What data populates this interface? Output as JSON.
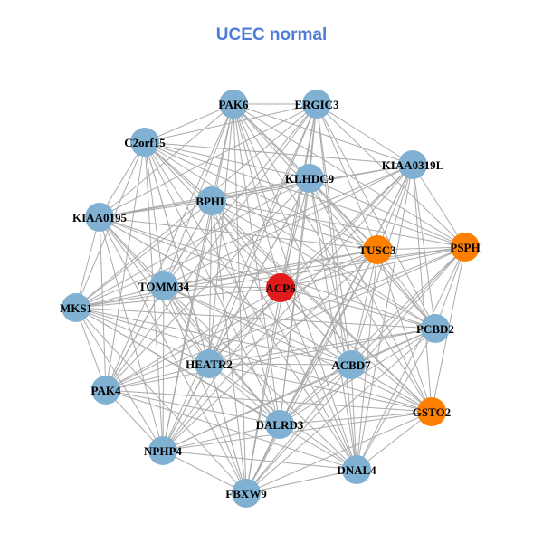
{
  "title": "UCEC normal",
  "colors": {
    "title": "#4d7bd9",
    "default_node": "#80b1d3",
    "hub": "#e31a1c",
    "highlight": "#ff7f00",
    "edge": "#aaaaaa"
  },
  "nodes": [
    {
      "id": "PAK6",
      "group": "default_node"
    },
    {
      "id": "ERGIC3",
      "group": "default_node"
    },
    {
      "id": "C2orf15",
      "group": "default_node"
    },
    {
      "id": "KIAA0319L",
      "group": "default_node"
    },
    {
      "id": "KLHDC9",
      "group": "default_node"
    },
    {
      "id": "BPHL",
      "group": "default_node"
    },
    {
      "id": "KIAA0195",
      "group": "default_node"
    },
    {
      "id": "TUSC3",
      "group": "highlight"
    },
    {
      "id": "PSPH",
      "group": "highlight"
    },
    {
      "id": "TOMM34",
      "group": "default_node"
    },
    {
      "id": "ACP6",
      "group": "hub"
    },
    {
      "id": "MKS1",
      "group": "default_node"
    },
    {
      "id": "PCBD2",
      "group": "default_node"
    },
    {
      "id": "HEATR2",
      "group": "default_node"
    },
    {
      "id": "ACBD7",
      "group": "default_node"
    },
    {
      "id": "PAK4",
      "group": "default_node"
    },
    {
      "id": "GSTO2",
      "group": "highlight"
    },
    {
      "id": "DALRD3",
      "group": "default_node"
    },
    {
      "id": "NPHP4",
      "group": "default_node"
    },
    {
      "id": "DNAL4",
      "group": "default_node"
    },
    {
      "id": "FBXW9",
      "group": "default_node"
    }
  ]
}
